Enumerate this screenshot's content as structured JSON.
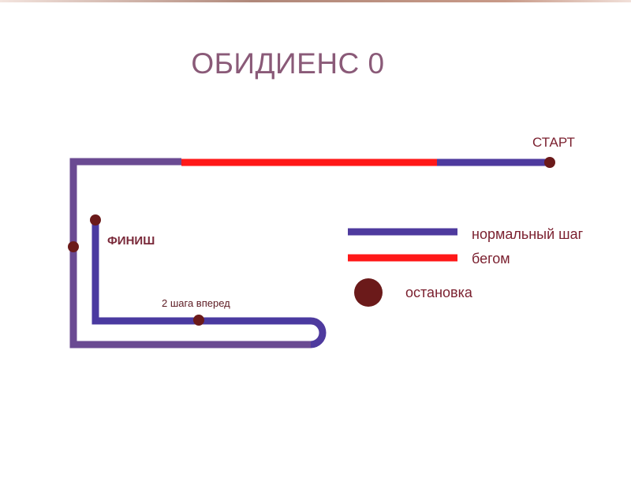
{
  "title": "ОБИДИЕНС 0",
  "labels": {
    "start": "СТАРТ",
    "finish": "ФИНИШ",
    "steps_forward": "2 шага вперед"
  },
  "legend": {
    "normal": "нормальный шаг",
    "run": "бегом",
    "stop": "остановка"
  },
  "colors": {
    "normal": "#4a3a9a",
    "run": "#ff1a1a",
    "stop": "#6b1a1a",
    "title": "#8a5a78"
  }
}
